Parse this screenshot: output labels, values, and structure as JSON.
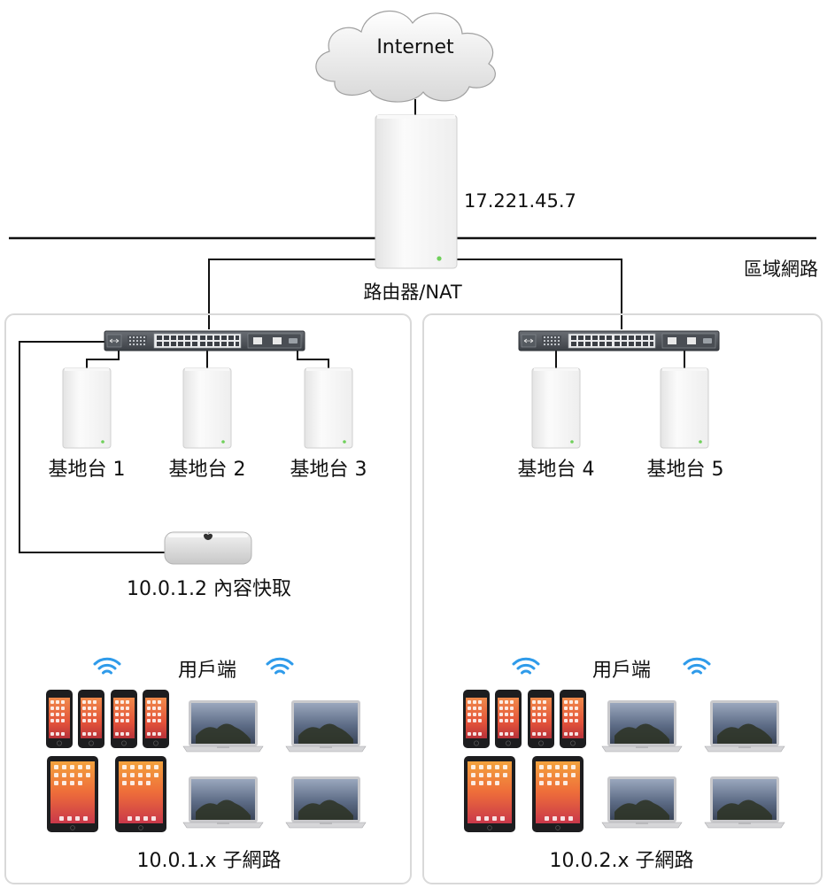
{
  "internet": {
    "label": "Internet"
  },
  "router": {
    "ip": "17.221.45.7",
    "label": "路由器/NAT"
  },
  "lan": {
    "label": "區域網路"
  },
  "left": {
    "stations": [
      "基地台 1",
      "基地台 2",
      "基地台 3"
    ],
    "cache_label": "10.0.1.2 內容快取",
    "clients_label": "用戶端",
    "subnet_label": "10.0.1.x 子網路"
  },
  "right": {
    "stations": [
      "基地台 4",
      "基地台 5"
    ],
    "clients_label": "用戶端",
    "subnet_label": "10.0.2.x 子網路"
  },
  "icons": {
    "cloud": "cloud-icon",
    "router": "airport-router-icon",
    "switch": "ethernet-switch-icon",
    "base_station": "airport-base-station-icon",
    "mac_mini": "mac-mini-icon",
    "wifi": "wifi-icon",
    "iphone": "iphone-icon",
    "ipad": "ipad-icon",
    "macbook": "macbook-icon"
  },
  "colors": {
    "wifi": "#2f9bea",
    "line": "#111111",
    "panel_border": "#d9d9d9"
  }
}
